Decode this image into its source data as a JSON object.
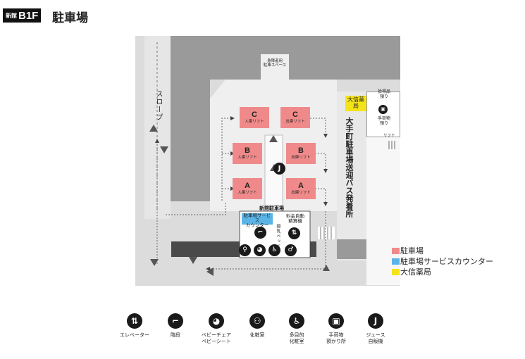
{
  "header": {
    "badge_main": "新館",
    "badge_floor": "B1F",
    "title": "駐車場"
  },
  "map": {
    "slope": "スロープ",
    "accessible_space": "身障者用\n駐車スペース",
    "lifts": [
      {
        "letter": "C",
        "label": "入庫リフト"
      },
      {
        "letter": "C",
        "label": "出庫リフト"
      },
      {
        "letter": "B",
        "label": "入庫リフト"
      },
      {
        "letter": "B",
        "label": "出庫リフト"
      },
      {
        "letter": "A",
        "label": "入庫リフト"
      },
      {
        "letter": "A",
        "label": "出庫リフト"
      }
    ],
    "new_building_parking": "新館駐車場",
    "service_counter": "駐車場サービス\nカウンター",
    "payment_machine": "料金自動\n精算機",
    "baby_bed": "授乳ベッド",
    "pharmacy": "大信薬局",
    "lost_found": "拾得品\n預り",
    "baggage": "手荷物\n預り",
    "lift_small": "リフト",
    "pickup_area": "大手町駐車場送迎バス発着所",
    "juice_icon": "J"
  },
  "legend": [
    {
      "label": "駐車場",
      "color": "#f08a8a"
    },
    {
      "label": "駐車場サービスカウンター",
      "color": "#5ab4e6"
    },
    {
      "label": "大信薬局",
      "color": "#f5e31a"
    }
  ],
  "icon_legend": [
    {
      "icon": "elevator-icon",
      "glyph": "⇅",
      "label": "エレベーター"
    },
    {
      "icon": "stairs-icon",
      "glyph": "⌐",
      "label": "階段"
    },
    {
      "icon": "baby-chair-icon",
      "glyph": "◕",
      "label": "ベビーチェア\nベビーシート"
    },
    {
      "icon": "restroom-icon",
      "glyph": "⚇",
      "label": "化粧室"
    },
    {
      "icon": "accessible-restroom-icon",
      "glyph": "♿",
      "label": "多目的\n化粧室"
    },
    {
      "icon": "baggage-icon",
      "glyph": "▣",
      "label": "手荷物\n預かり所"
    },
    {
      "icon": "juice-icon",
      "glyph": "J",
      "label": "ジュース\n自販機"
    }
  ]
}
